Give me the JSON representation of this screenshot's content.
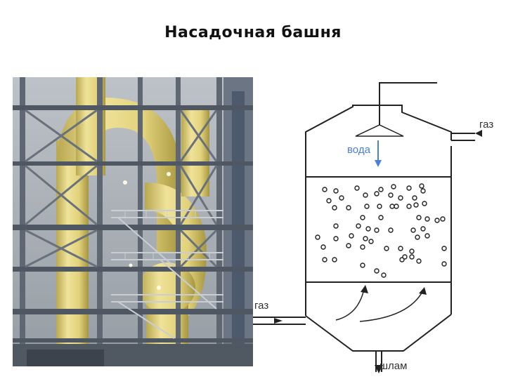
{
  "title": "Насадочная башня",
  "diagram": {
    "label_gas_out": "газ",
    "label_water": "вода",
    "label_gas_in": "газ",
    "label_sludge": "шлам",
    "color_water": "#4a7fd4",
    "color_line": "#222222"
  }
}
